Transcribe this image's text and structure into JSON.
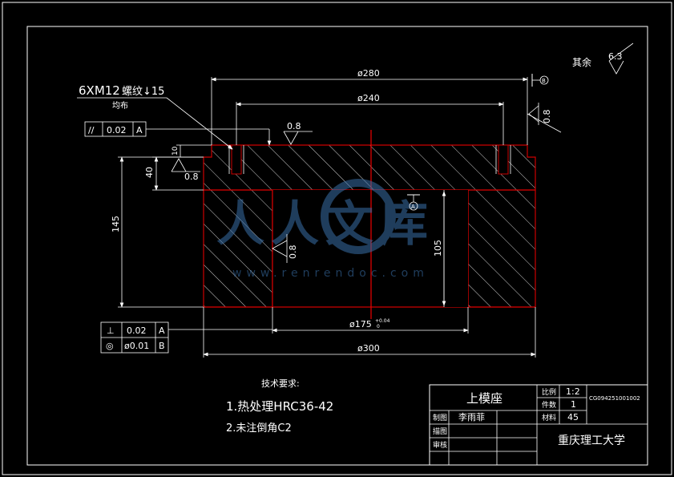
{
  "drawing": {
    "top_note": {
      "thread": "6XM12",
      "thread_suffix": "螺纹↓15",
      "distribution": "均布"
    },
    "roughness_other": {
      "label": "其余",
      "value": "6.3"
    },
    "dims": {
      "d280": "ø280",
      "d240": "ø240",
      "d175": "ø175",
      "d175_tol": "+0.04",
      "d175_tol2": "0",
      "d300": "ø300",
      "h145": "145",
      "h105": "105",
      "h40": "40",
      "h10": "10"
    },
    "roughness_marks": {
      "r_top": "0.8",
      "r_left": "0.8",
      "r_inner": "0.8",
      "r_right": "0.8"
    },
    "gdt_top": {
      "symbol": "//",
      "value": "0.02",
      "datum": "A"
    },
    "gdt_bottom": [
      {
        "symbol": "⊥",
        "value": "0.02",
        "datum": "A"
      },
      {
        "symbol": "◎",
        "value": "ø0.01",
        "datum": "B"
      }
    ],
    "datum_labels": {
      "b_top": "B",
      "a_right": "A"
    },
    "watermark": {
      "text": "人人文库",
      "url": "www.renrendoc.com"
    }
  },
  "tech_requirements": {
    "title": "技术要求:",
    "items": [
      "1.热处理HRC36-42",
      "2.未注倒角C2"
    ]
  },
  "title_block": {
    "part_name": "上模座",
    "scale_label": "比例",
    "scale_value": "1:2",
    "qty_label": "件数",
    "qty_value": "1",
    "material_label": "材料",
    "material_value": "45",
    "drawing_no": "CG094251001002",
    "drawn_label": "制图",
    "drawn_name": "李雨菲",
    "traced_label": "描图",
    "checked_label": "审核",
    "school": "重庆理工大学"
  }
}
